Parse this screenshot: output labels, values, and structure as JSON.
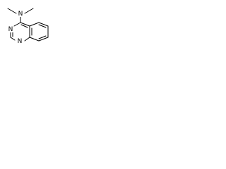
{
  "molecule": {
    "atoms": {
      "dimethylamino_n": "N",
      "ring_n_upper": "N",
      "ring_n_lower": "N"
    },
    "colors": {
      "bond": "#000000",
      "label": "#000000",
      "background": "#ffffff"
    }
  }
}
